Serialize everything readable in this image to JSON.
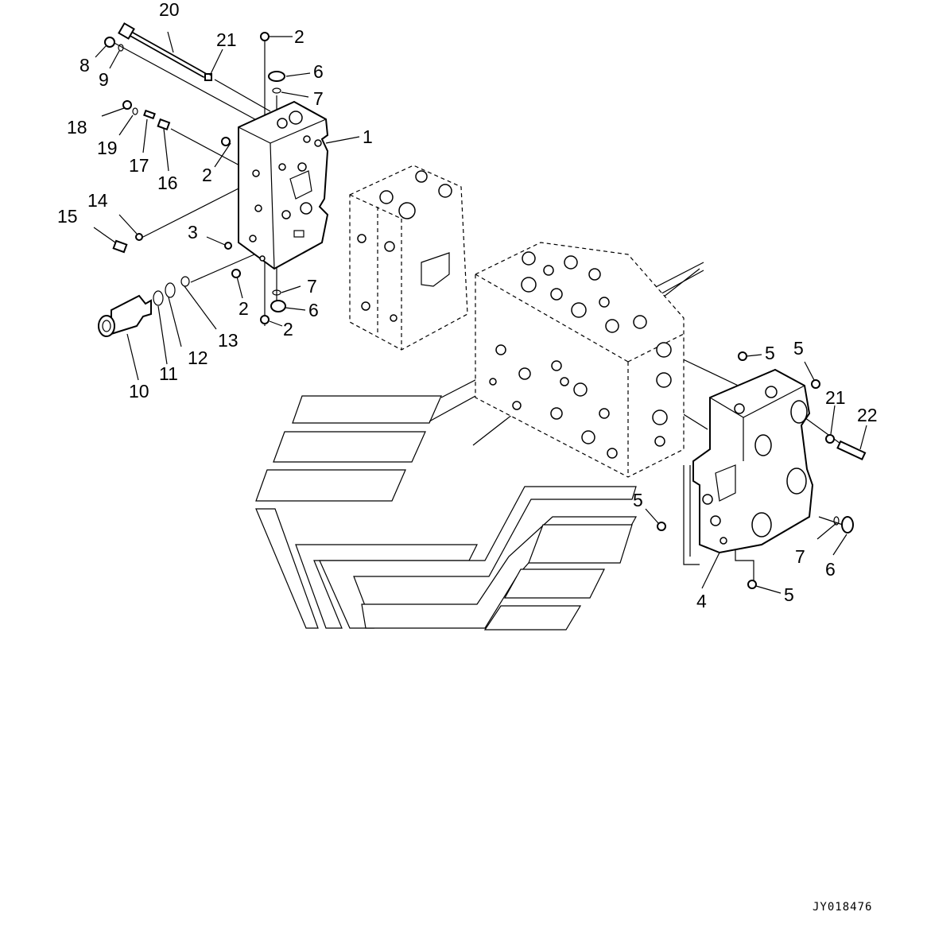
{
  "figure_id": "JY018476",
  "callouts": {
    "c1": "1",
    "c2a": "2",
    "c2b": "2",
    "c2c": "2",
    "c2d": "2",
    "c3": "3",
    "c4": "4",
    "c5a": "5",
    "c5b": "5",
    "c5c": "5",
    "c5d": "5",
    "c6a": "6",
    "c6b": "6",
    "c6c": "6",
    "c7a": "7",
    "c7b": "7",
    "c7c": "7",
    "c8": "8",
    "c9": "9",
    "c10": "10",
    "c11": "11",
    "c12": "12",
    "c13": "13",
    "c14": "14",
    "c15": "15",
    "c16": "16",
    "c17": "17",
    "c18": "18",
    "c19": "19",
    "c20": "20",
    "c21a": "21",
    "c21b": "21",
    "c22": "22"
  }
}
